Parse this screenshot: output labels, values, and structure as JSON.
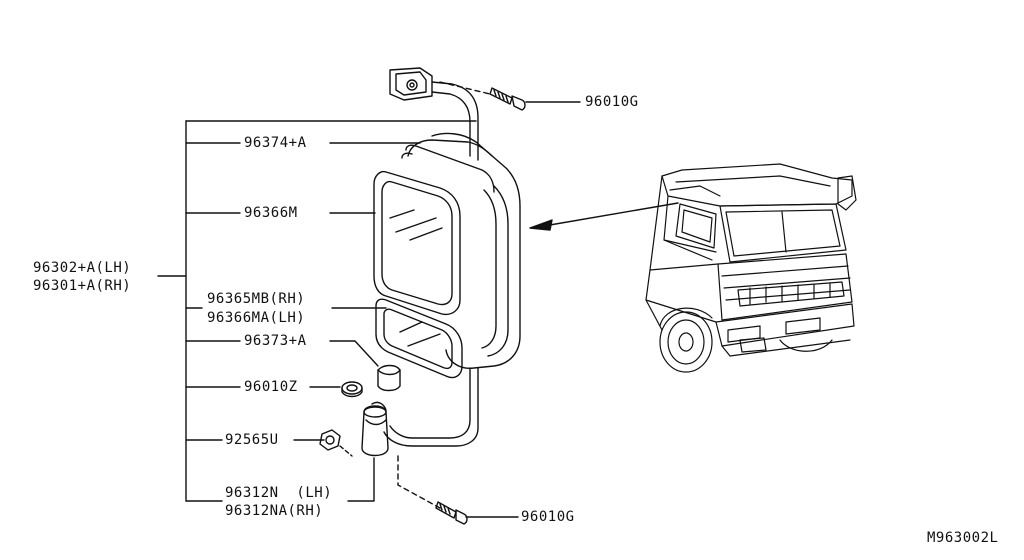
{
  "diagram": {
    "drawing_code": "M963002L",
    "assembly": {
      "lh": "96302+A(LH)",
      "rh": "96301+A(RH)"
    },
    "parts": {
      "p96010g_top": "96010G",
      "p96374": "96374+A",
      "p96366m": "96366M",
      "p96365mb": "96365MB(RH)",
      "p96366ma": "96366MA(LH)",
      "p96373": "96373+A",
      "p96010z": "96010Z",
      "p92565u": "92565U",
      "p96312n": "96312N  (LH)",
      "p96312na": "96312NA(RH)",
      "p96010g_bottom": "96010G"
    }
  }
}
